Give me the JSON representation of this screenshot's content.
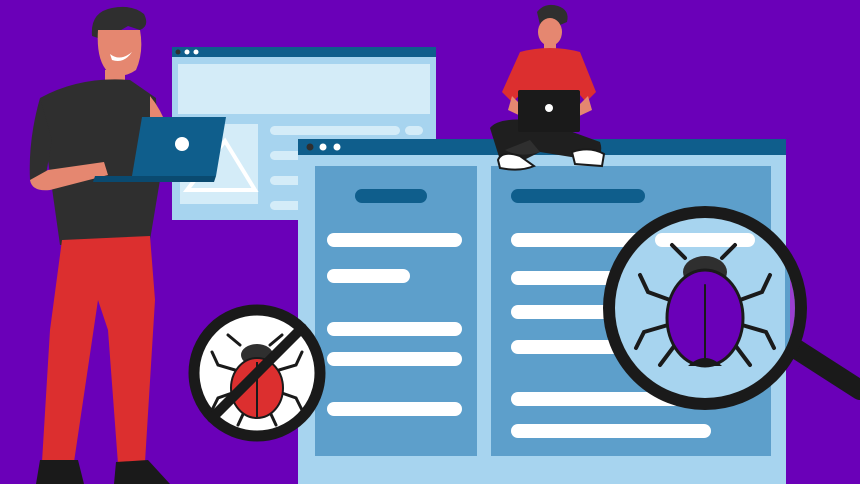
{
  "colors": {
    "background": "#6a00b8",
    "window_frame": "#a7d4ef",
    "window_titlebar": "#0f5e8c",
    "panel": "#5d9fcb",
    "heading_bar": "#0f5e8c",
    "text_line": "#ffffff",
    "bug_red": "#dc2f2f",
    "bug_purple": "#6a00b8",
    "shirt_dark": "#2f2f2f",
    "pants_red": "#dc2f2f",
    "laptop_blue": "#0f5e8c"
  },
  "illustration": {
    "back_window": {
      "icon": "image-placeholder-icon"
    },
    "main_window": {
      "left_panel_lines": 6,
      "right_panel_lines": 7
    },
    "no_bug_sign": {
      "icon": "no-bug-icon"
    },
    "magnifier": {
      "icon": "magnifying-glass-icon",
      "contents": "bug-icon"
    },
    "people": [
      "standing-developer",
      "sitting-developer"
    ]
  }
}
